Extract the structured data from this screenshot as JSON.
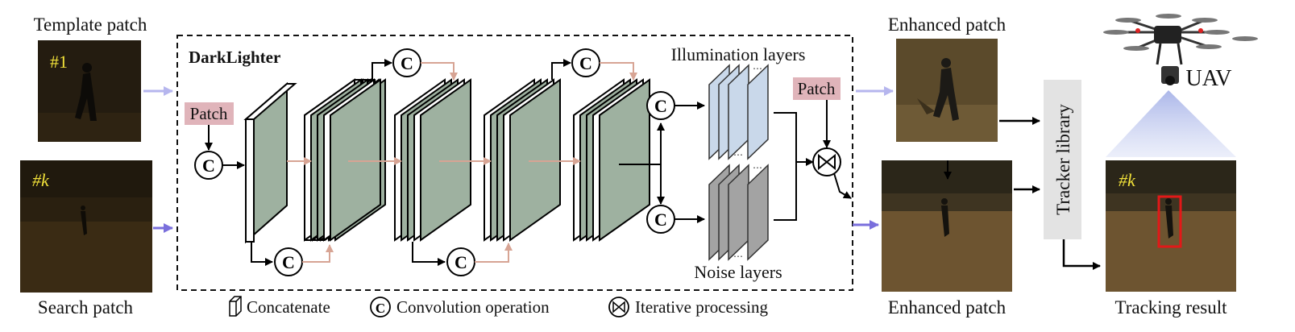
{
  "labels": {
    "template_patch": "Template patch",
    "search_patch": "Search patch",
    "template_id": "#1",
    "search_id": "#k",
    "darklighter": "DarkLighter",
    "patch_in": "Patch",
    "patch_mult": "Patch",
    "illumination_layers": "Illumination layers",
    "noise_layers": "Noise layers",
    "enhanced_patch_top": "Enhanced patch",
    "enhanced_patch_bottom": "Enhanced patch",
    "tracker_library": "Tracker library",
    "uav": "UAV",
    "tracking_result": "Tracking result",
    "result_id": "#k",
    "conv_symbol": "C",
    "mult_symbol": "⋈"
  },
  "legend": {
    "concatenate": "Concatenate",
    "convolution": "Convolution operation",
    "iterative": "Iterative processing"
  },
  "colors": {
    "patch_tag_bg": "#e0b4ba",
    "layer_fill": "#9eb1a0",
    "illumination_fill": "#c9d8ea",
    "noise_fill": "#a3a3a3",
    "tracker_box": "#e3e3e3",
    "arrow_light": "#b6b6ee",
    "arrow_strong": "#7a6fdc",
    "pink_arrow": "#d7a494",
    "bbox_red": "#e31818",
    "label_yellow": "#f2e23a"
  }
}
